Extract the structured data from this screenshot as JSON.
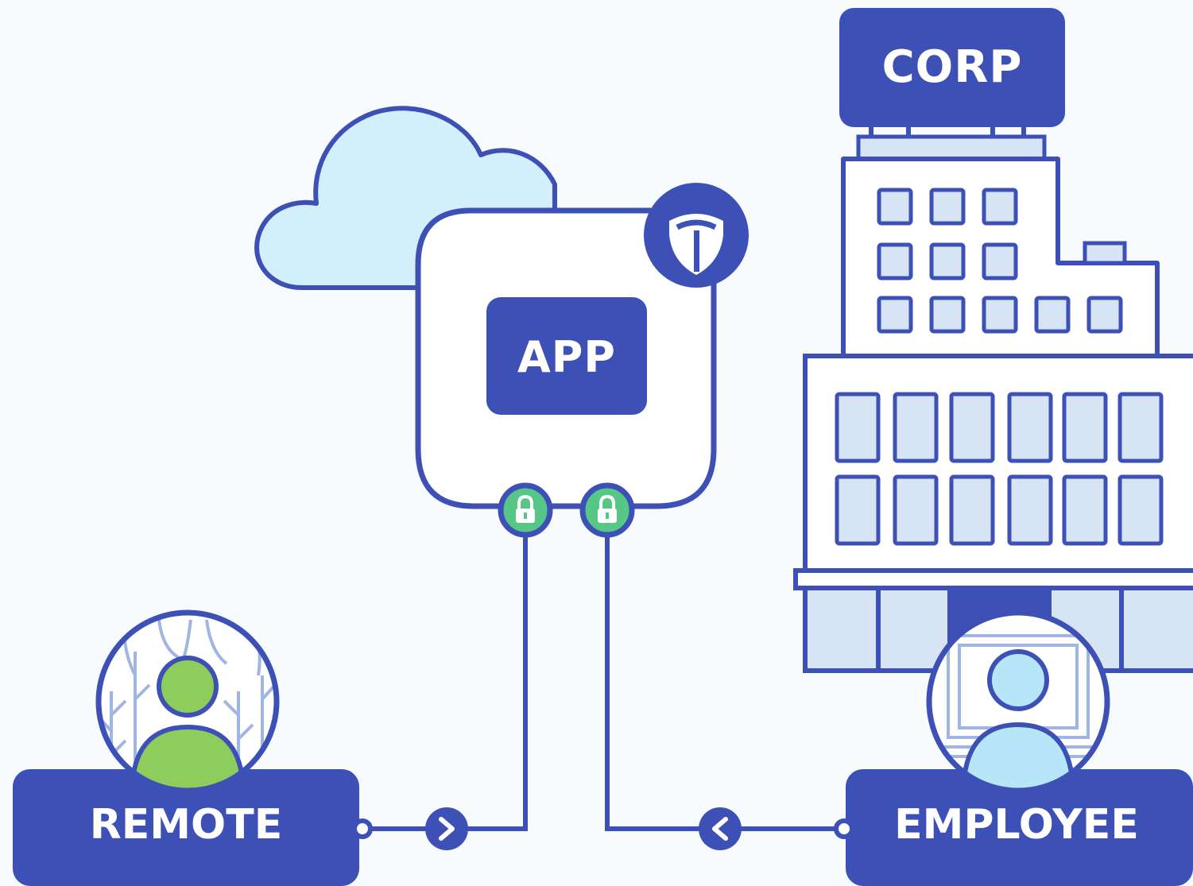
{
  "diagram": {
    "labels": {
      "corp": "CORP",
      "app": "APP",
      "remote": "REMOTE",
      "employee": "EMPLOYEE"
    },
    "colors": {
      "primary": "#3d50b6",
      "background": "#f8fbfd",
      "cloud_fill": "#d3effb",
      "window_fill": "#d6e4f4",
      "lock_green": "#56c786",
      "remote_avatar": "#8ecc5b",
      "employee_avatar": "#b6e6f8",
      "tree_lines": "#9fb5e3"
    },
    "icons": [
      "cloud-icon",
      "shield-icon",
      "lock-icon",
      "lock-icon",
      "arrow-right-icon",
      "arrow-left-icon",
      "building-icon",
      "person-icon",
      "person-icon"
    ]
  }
}
